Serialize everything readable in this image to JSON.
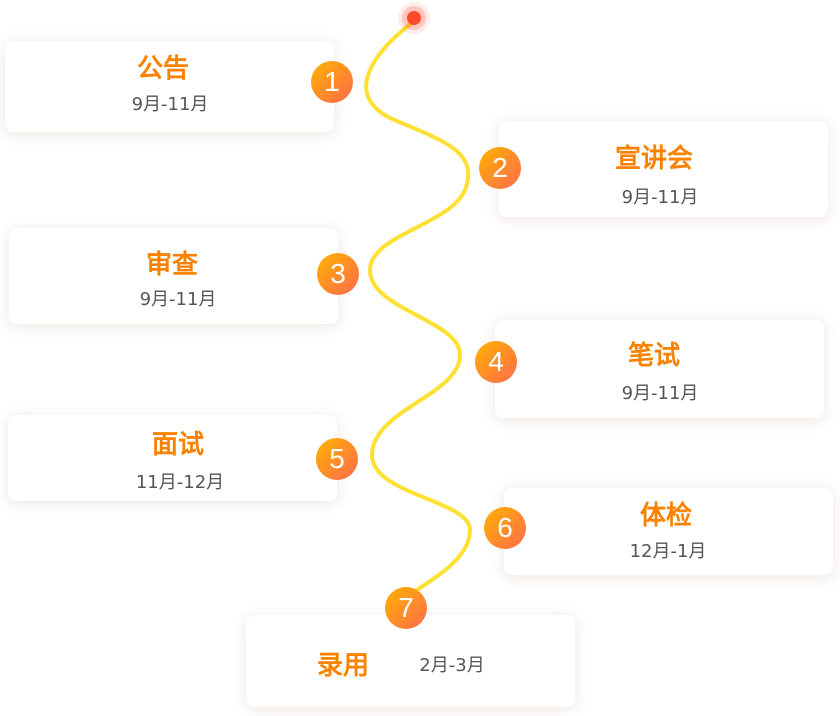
{
  "steps": [
    {
      "num": "1",
      "title": "公告",
      "date": "9月-11月"
    },
    {
      "num": "2",
      "title": "宣讲会",
      "date": "9月-11月"
    },
    {
      "num": "3",
      "title": "审查",
      "date": "9月-11月"
    },
    {
      "num": "4",
      "title": "笔试",
      "date": "9月-11月"
    },
    {
      "num": "5",
      "title": "面试",
      "date": "11月-12月"
    },
    {
      "num": "6",
      "title": "体检",
      "date": "12月-1月"
    },
    {
      "num": "7",
      "title": "录用",
      "date": "2月-3月"
    }
  ],
  "colors": {
    "title": "#f98300",
    "path": "#ffe033",
    "start": "#ff4a2a"
  }
}
